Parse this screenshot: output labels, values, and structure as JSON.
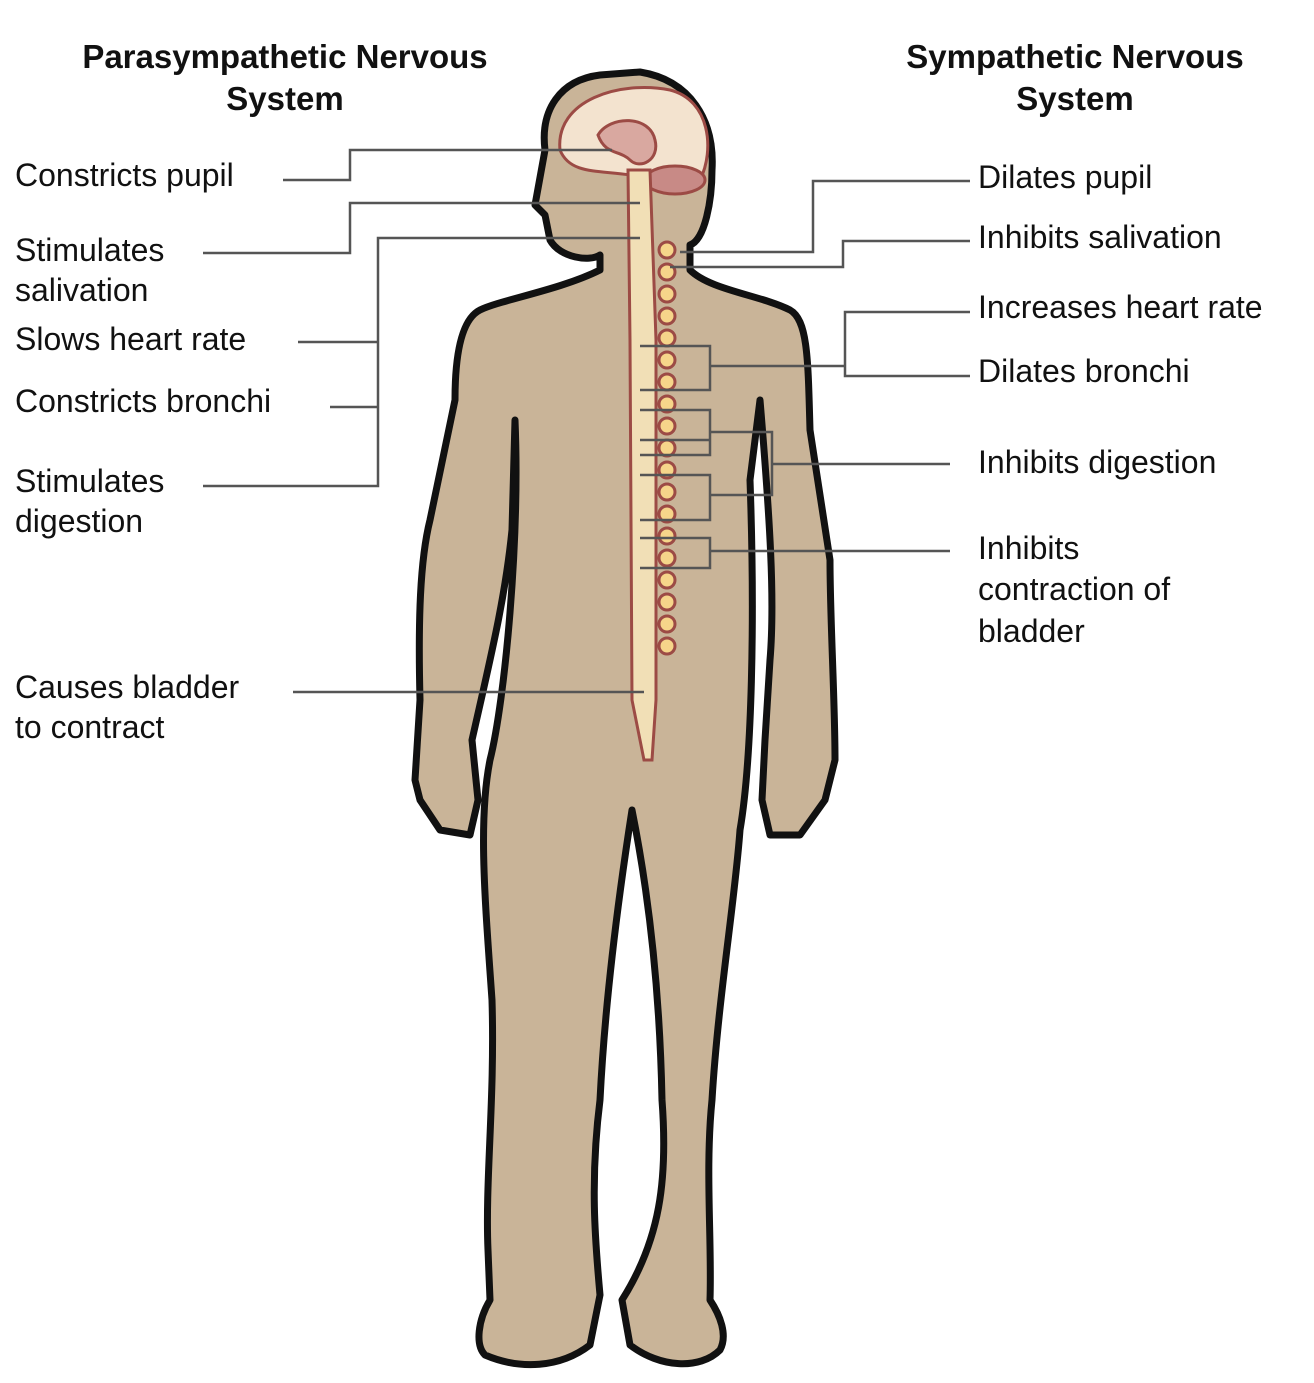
{
  "titles": {
    "left": "Parasympathetic Nervous System",
    "right": "Sympathetic Nervous System"
  },
  "parasympathetic": [
    {
      "line1": "Constricts pupil",
      "line2": ""
    },
    {
      "line1": "Stimulates",
      "line2": "salivation"
    },
    {
      "line1": "Slows heart rate",
      "line2": ""
    },
    {
      "line1": "Constricts bronchi",
      "line2": ""
    },
    {
      "line1": "Stimulates",
      "line2": "digestion"
    },
    {
      "line1": "Causes bladder",
      "line2": "to contract"
    }
  ],
  "sympathetic": [
    {
      "line1": "Dilates pupil"
    },
    {
      "line1": "Inhibits salivation"
    },
    {
      "line1": "Increases heart rate"
    },
    {
      "line1": "Dilates bronchi"
    },
    {
      "line1": "Inhibits digestion"
    },
    {
      "line1": "Inhibits",
      "line2": "contraction of",
      "line3": "bladder"
    }
  ],
  "colors": {
    "skin": "#c9b498",
    "outline": "#111111",
    "cord": "#f1dfb6",
    "cord_edge": "#9c4b45",
    "brain": "#f3e3cf",
    "leader": "#555555"
  }
}
